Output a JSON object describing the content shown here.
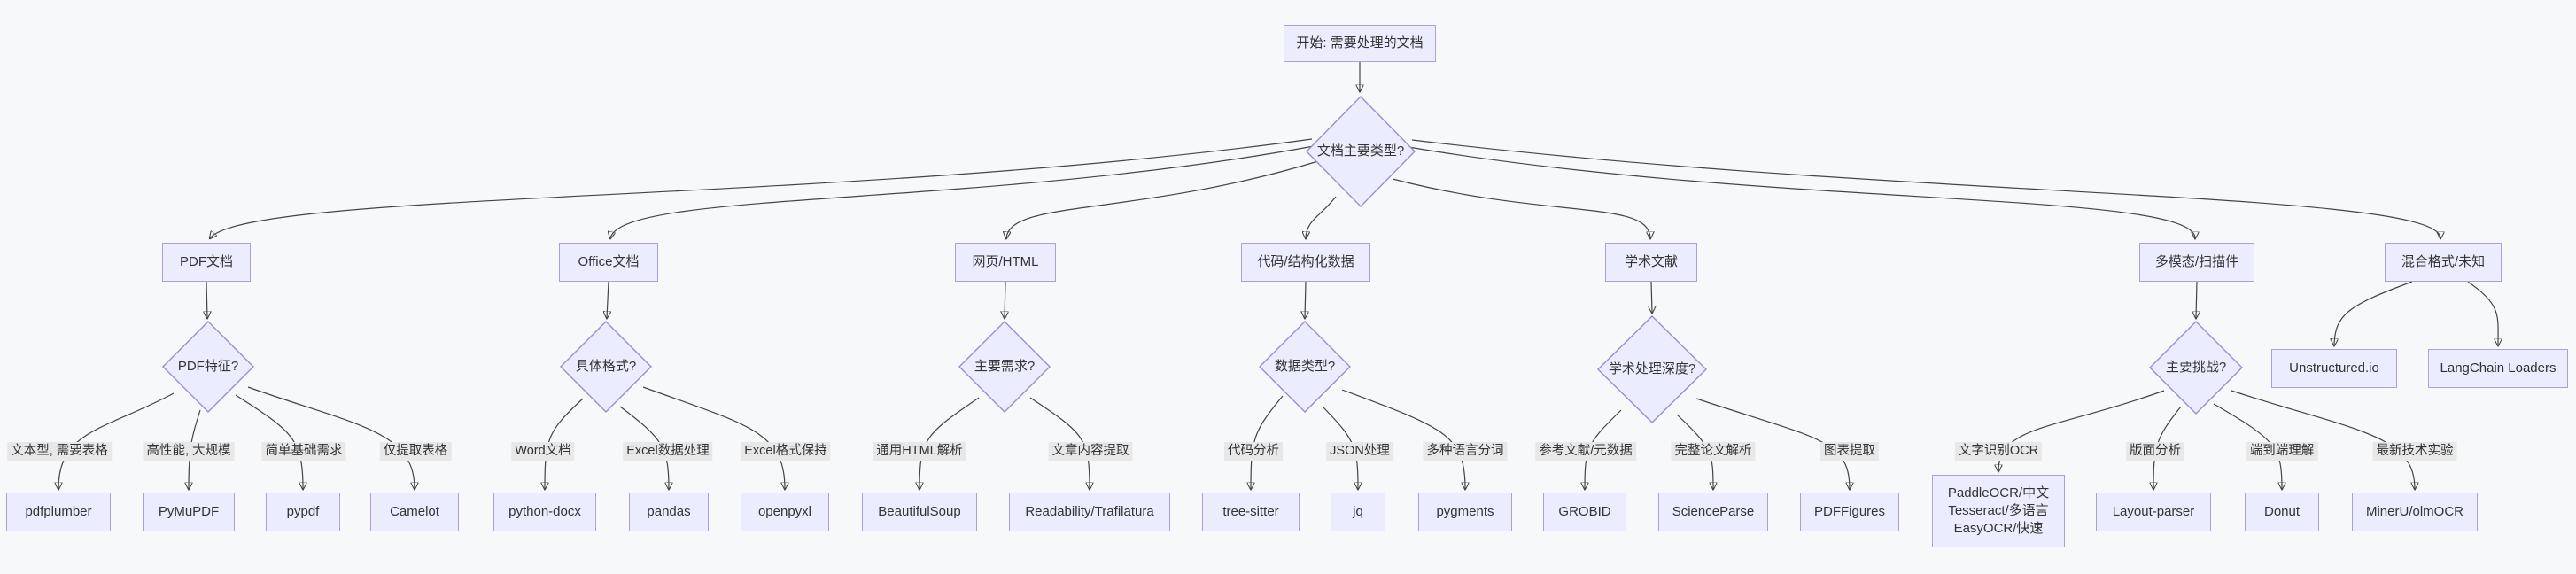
{
  "diagram": {
    "start": "开始: 需要处理的文档",
    "root_question": "文档主要类型?",
    "branches": [
      {
        "category": "PDF文档",
        "question": "PDF特征?",
        "options": [
          {
            "label": "文本型, 需要表格",
            "tool": "pdfplumber"
          },
          {
            "label": "高性能, 大规模",
            "tool": "PyMuPDF"
          },
          {
            "label": "简单基础需求",
            "tool": "pypdf"
          },
          {
            "label": "仅提取表格",
            "tool": "Camelot"
          }
        ]
      },
      {
        "category": "Office文档",
        "question": "具体格式?",
        "options": [
          {
            "label": "Word文档",
            "tool": "python-docx"
          },
          {
            "label": "Excel数据处理",
            "tool": "pandas"
          },
          {
            "label": "Excel格式保持",
            "tool": "openpyxl"
          }
        ]
      },
      {
        "category": "网页/HTML",
        "question": "主要需求?",
        "options": [
          {
            "label": "通用HTML解析",
            "tool": "BeautifulSoup"
          },
          {
            "label": "文章内容提取",
            "tool": "Readability/Trafilatura"
          }
        ]
      },
      {
        "category": "代码/结构化数据",
        "question": "数据类型?",
        "options": [
          {
            "label": "代码分析",
            "tool": "tree-sitter"
          },
          {
            "label": "JSON处理",
            "tool": "jq"
          },
          {
            "label": "多种语言分词",
            "tool": "pygments"
          }
        ]
      },
      {
        "category": "学术文献",
        "question": "学术处理深度?",
        "options": [
          {
            "label": "参考文献/元数据",
            "tool": "GROBID"
          },
          {
            "label": "完整论文解析",
            "tool": "ScienceParse"
          },
          {
            "label": "图表提取",
            "tool": "PDFFigures"
          }
        ]
      },
      {
        "category": "多模态/扫描件",
        "question": "主要挑战?",
        "options": [
          {
            "label": "文字识别OCR",
            "tool_lines": [
              "PaddleOCR/中文",
              "Tesseract/多语言",
              "EasyOCR/快速"
            ]
          },
          {
            "label": "版面分析",
            "tool": "Layout-parser"
          },
          {
            "label": "端到端理解",
            "tool": "Donut"
          },
          {
            "label": "最新技术实验",
            "tool": "MinerU/olmOCR"
          }
        ]
      },
      {
        "category": "混合格式/未知",
        "tools": [
          "Unstructured.io",
          "LangChain Loaders"
        ]
      }
    ],
    "colors": {
      "background": "#f7f8fa",
      "node_fill": "#ECECFF",
      "node_border": "#AE9EE0",
      "diamond_border": "#9E8BD8",
      "edge": "#444444",
      "edge_label_bg": "#e8e8e8",
      "text": "#333333"
    }
  }
}
